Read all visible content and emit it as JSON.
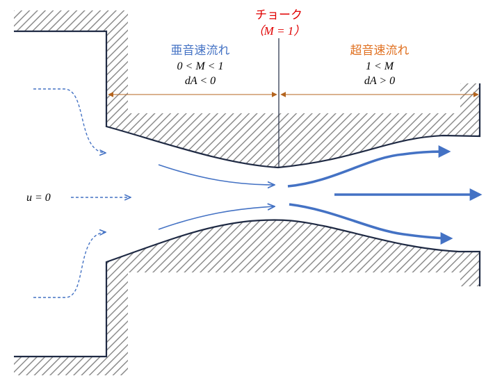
{
  "choke": {
    "title": "チョーク",
    "condition": "（M = 1）"
  },
  "subsonic": {
    "title": "亜音速流れ",
    "mach_condition": "0 < M < 1",
    "area_condition": "dA < 0"
  },
  "supersonic": {
    "title": "超音速流れ",
    "mach_condition": "1 < M",
    "area_condition": "dA > 0"
  },
  "inlet_label": "u = 0",
  "colors": {
    "wall": "#1f2a44",
    "hatch": "#8c8c8c",
    "flow": "#4472c4",
    "choke_text": "#e00000",
    "subsonic_text": "#4472c4",
    "supersonic_text": "#e07020",
    "dimension": "#b4651f",
    "highlight": "#e00000"
  }
}
